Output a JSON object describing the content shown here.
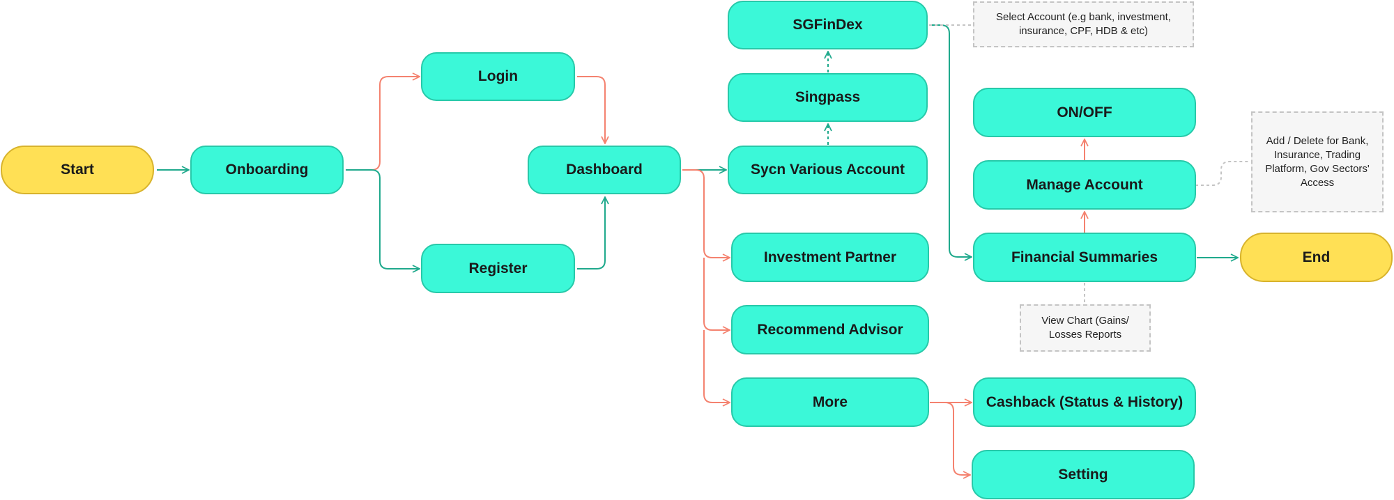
{
  "colors": {
    "process_fill": "#3bf8d8",
    "terminal_fill": "#ffe055",
    "teal_connector": "#1fa98c",
    "salmon_connector": "#f4826f",
    "note_border": "#c4c4c4"
  },
  "nodes": {
    "start": "Start",
    "onboarding": "Onboarding",
    "login": "Login",
    "register": "Register",
    "dashboard": "Dashboard",
    "sync_accounts": "Sycn Various Account",
    "singpass": "Singpass",
    "sgfindex": "SGFinDex",
    "investment_partner": "Investment Partner",
    "recommend_advisor": "Recommend Advisor",
    "more": "More",
    "on_off": "ON/OFF",
    "manage_account": "Manage Account",
    "financial_summaries": "Financial Summaries",
    "end": "End",
    "cashback": "Cashback (Status & History)",
    "setting": "Setting"
  },
  "notes": {
    "select_account": "Select Account (e.g bank, investment, insurance, CPF, HDB & etc)",
    "add_delete_access": "Add / Delete for Bank, Insurance, Trading Platform, Gov Sectors' Access",
    "view_chart": "View Chart (Gains/ Losses Reports"
  }
}
